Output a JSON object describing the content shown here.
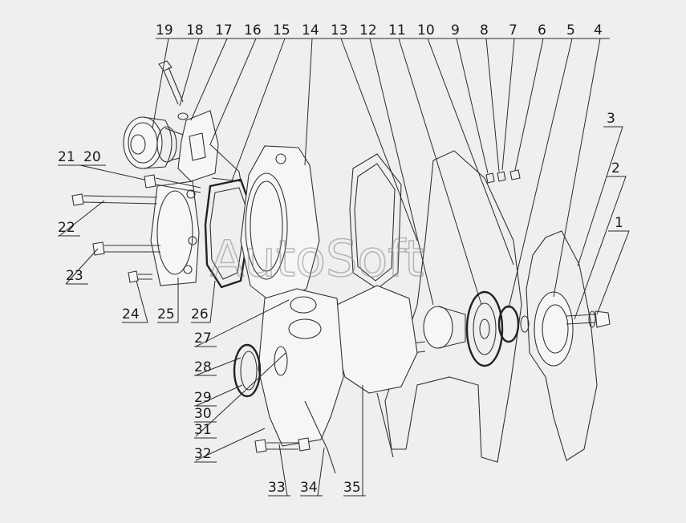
{
  "watermark": "AutoSoft",
  "colors": {
    "background": "#efefef",
    "ink": "#2a2a2a"
  },
  "top_labels": [
    "19",
    "18",
    "17",
    "16",
    "15",
    "14",
    "13",
    "12",
    "11",
    "10",
    "9",
    "8",
    "7",
    "6",
    "5",
    "4"
  ],
  "right_labels": [
    "3",
    "2",
    "1"
  ],
  "left_labels": [
    "21",
    "20",
    "22",
    "23",
    "24",
    "25",
    "26",
    "27",
    "28",
    "29",
    "30",
    "31",
    "32"
  ],
  "bottom_labels": [
    "33",
    "34",
    "35"
  ]
}
